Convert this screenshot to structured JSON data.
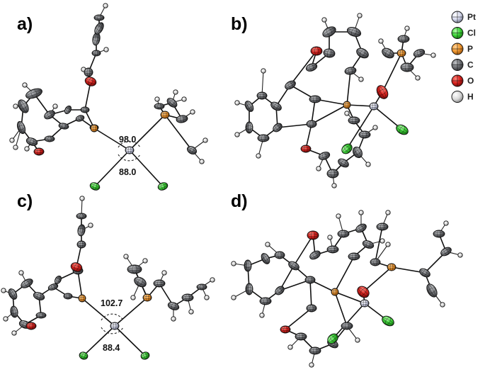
{
  "panels": {
    "a": {
      "label": "a)",
      "angle_top": "98.0",
      "angle_bottom": "88.0"
    },
    "b": {
      "label": "b)"
    },
    "c": {
      "label": "c)",
      "angle_top": "102.7",
      "angle_bottom": "88.4"
    },
    "d": {
      "label": "d)"
    }
  },
  "legend": [
    {
      "symbol": "Pt",
      "color": "#d9dcef"
    },
    {
      "symbol": "Cl",
      "color": "#3fd63a"
    },
    {
      "symbol": "P",
      "color": "#f29a33"
    },
    {
      "symbol": "C",
      "color": "#6f7175"
    },
    {
      "symbol": "O",
      "color": "#d9221e"
    },
    {
      "symbol": "H",
      "color": "#cfcfcf"
    }
  ]
}
